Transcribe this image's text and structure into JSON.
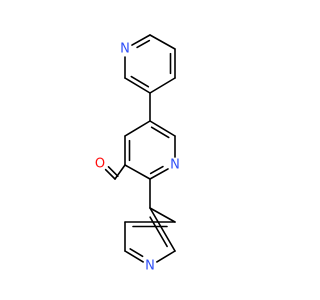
{
  "molecule": {
    "atoms": [
      {
        "id": "a1",
        "element": "C",
        "label": ""
      },
      {
        "id": "a2",
        "element": "C",
        "label": ""
      },
      {
        "id": "a3",
        "element": "C",
        "label": ""
      },
      {
        "id": "a4",
        "element": "N",
        "label": "N"
      },
      {
        "id": "a5",
        "element": "C",
        "label": ""
      },
      {
        "id": "a6",
        "element": "C",
        "label": ""
      },
      {
        "id": "b1",
        "element": "C",
        "label": ""
      },
      {
        "id": "b2",
        "element": "C",
        "label": ""
      },
      {
        "id": "b3",
        "element": "N",
        "label": "N"
      },
      {
        "id": "b4",
        "element": "C",
        "label": ""
      },
      {
        "id": "b5",
        "element": "C",
        "label": ""
      },
      {
        "id": "b6",
        "element": "C",
        "label": ""
      },
      {
        "id": "c1",
        "element": "C",
        "label": ""
      },
      {
        "id": "c2",
        "element": "C",
        "label": ""
      },
      {
        "id": "c3",
        "element": "N",
        "label": "N"
      },
      {
        "id": "c4",
        "element": "C",
        "label": ""
      },
      {
        "id": "c5",
        "element": "C",
        "label": ""
      },
      {
        "id": "c6",
        "element": "C",
        "label": ""
      },
      {
        "id": "ald",
        "element": "C",
        "label": ""
      },
      {
        "id": "o1",
        "element": "O",
        "label": "O"
      }
    ],
    "bonds": [
      {
        "from": "a1",
        "to": "a2",
        "order": 1
      },
      {
        "from": "a2",
        "to": "a3",
        "order": 2
      },
      {
        "from": "a3",
        "to": "a4",
        "order": 1
      },
      {
        "from": "a4",
        "to": "a5",
        "order": 2
      },
      {
        "from": "a5",
        "to": "a6",
        "order": 1
      },
      {
        "from": "a6",
        "to": "a1",
        "order": 2
      },
      {
        "from": "b1",
        "to": "b2",
        "order": 2
      },
      {
        "from": "b2",
        "to": "b3",
        "order": 1
      },
      {
        "from": "b3",
        "to": "b4",
        "order": 2
      },
      {
        "from": "b4",
        "to": "b5",
        "order": 1
      },
      {
        "from": "b5",
        "to": "b6",
        "order": 2
      },
      {
        "from": "b6",
        "to": "b1",
        "order": 1
      },
      {
        "from": "c1",
        "to": "c2",
        "order": 2
      },
      {
        "from": "c2",
        "to": "c3",
        "order": 1
      },
      {
        "from": "c3",
        "to": "c4",
        "order": 2
      },
      {
        "from": "c4",
        "to": "c5",
        "order": 1
      },
      {
        "from": "c5",
        "to": "c6",
        "order": 2
      },
      {
        "from": "c6",
        "to": "c1",
        "order": 1
      },
      {
        "from": "a2",
        "to": "b1",
        "order": 1
      },
      {
        "from": "a5",
        "to": "c1",
        "order": 1
      },
      {
        "from": "a6",
        "to": "ald",
        "order": 1
      },
      {
        "from": "ald",
        "to": "o1",
        "order": 2
      }
    ],
    "colors": {
      "bond": "#000000",
      "N": "#3050F8",
      "O": "#FF0D0D",
      "background": "#FFFFFF"
    }
  }
}
